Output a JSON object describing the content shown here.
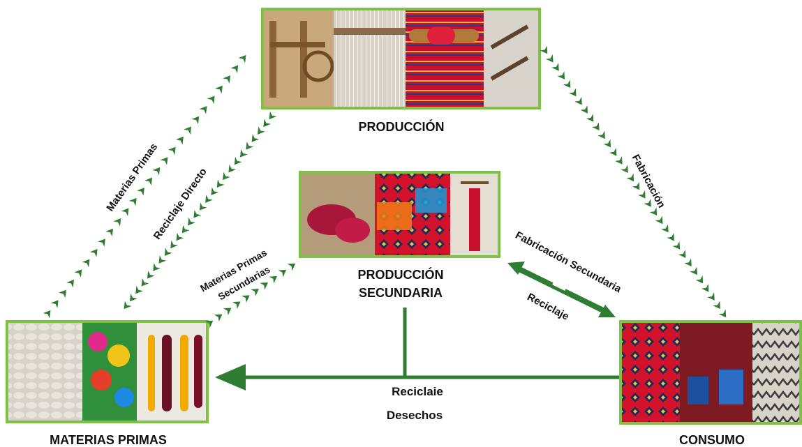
{
  "colors": {
    "frame": "#7dc242",
    "arrow": "#2e7d32",
    "arrow_dark": "#1f6b2a",
    "text": "#111111"
  },
  "nodes": {
    "produccion": {
      "label": "PRODUCCIÓN"
    },
    "produccion_secundaria": {
      "label_line1": "PRODUCCIÓN",
      "label_line2": "SECUNDARIA"
    },
    "materias_primas": {
      "label": "MATERIAS PRIMAS"
    },
    "consumo": {
      "label": "CONSUMO"
    }
  },
  "flows": {
    "materias_primas": "Materias Primas",
    "reciclaje_directo": "Reciclaje Directo",
    "materias_primas_secundarias_1": "Materias Primas",
    "materias_primas_secundarias_2": "Secundarias",
    "fabricacion": "Fabricación",
    "fabricacion_secundaria": "Fabricación Secundaria",
    "reciclaje": "Reciclaje",
    "reciclaie": "Reciclaie",
    "desechos": "Desechos"
  },
  "images": {
    "produccion": [
      "loom-workshop-photo",
      "warp-threads-photo",
      "red-weaving-shuttle-photo",
      "loom-detail-photo"
    ],
    "produccion_secundaria": [
      "red-yarn-loom-photo",
      "colorful-textiles-photo",
      "hanging-ornaments-photo"
    ],
    "materias_primas": [
      "raw-wool-photo",
      "dyed-yarn-photo",
      "hanging-skeins-photo"
    ],
    "consumo": [
      "red-rugs-photo",
      "market-stall-photo",
      "zigzag-rug-photo"
    ]
  }
}
